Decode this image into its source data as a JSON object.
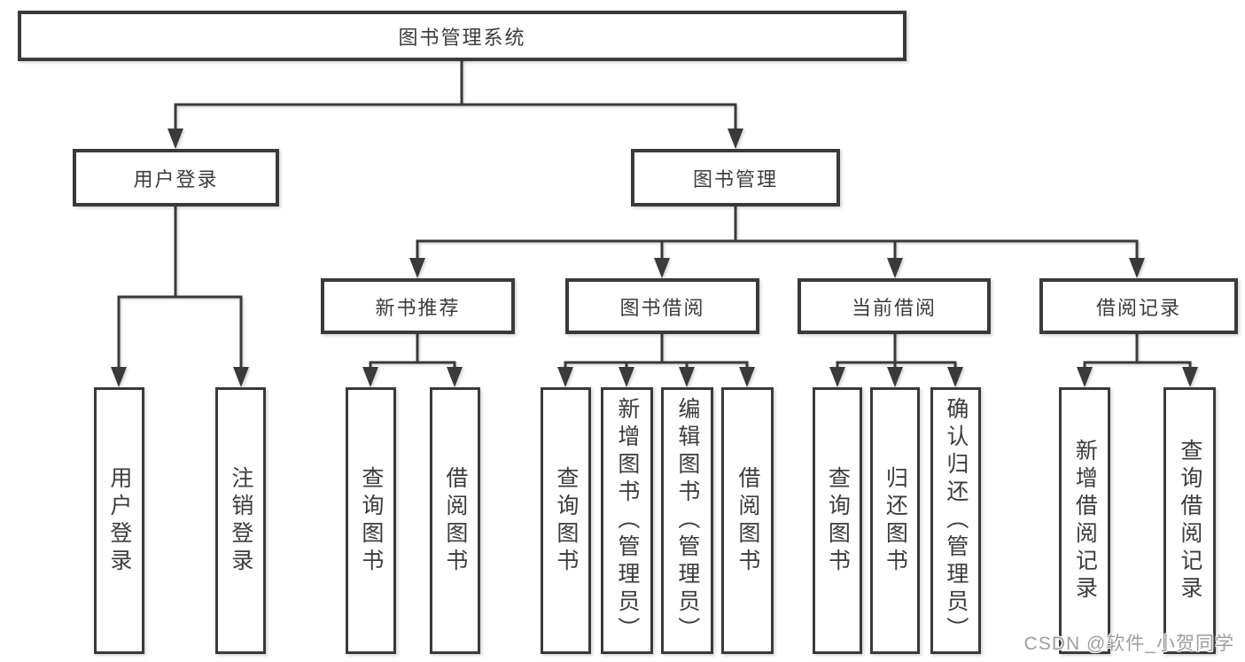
{
  "tree": {
    "root": {
      "label": "图书管理系统",
      "children": [
        {
          "label": "用户登录",
          "children": [
            {
              "label": "用户登录"
            },
            {
              "label": "注销登录"
            }
          ]
        },
        {
          "label": "图书管理",
          "children": [
            {
              "label": "新书推荐",
              "children": [
                {
                  "label": "查询图书"
                },
                {
                  "label": "借阅图书"
                }
              ]
            },
            {
              "label": "图书借阅",
              "children": [
                {
                  "label": "查询图书"
                },
                {
                  "label": "新增图书（管理员）"
                },
                {
                  "label": "编辑图书（管理员）"
                },
                {
                  "label": "借阅图书"
                }
              ]
            },
            {
              "label": "当前借阅",
              "children": [
                {
                  "label": "查询图书"
                },
                {
                  "label": "归还图书"
                },
                {
                  "label": "确认归还（管理员）"
                }
              ]
            },
            {
              "label": "借阅记录",
              "children": [
                {
                  "label": "新增借阅记录"
                },
                {
                  "label": "查询借阅记录"
                }
              ]
            }
          ]
        }
      ]
    }
  },
  "watermark": {
    "text": "CSDN @软件_小贺同学"
  },
  "colors": {
    "line": "#3a3a3a",
    "text": "#3c3c3e",
    "box_background": "#ffffff",
    "page_background": "#ffffff",
    "watermark_text": "#9e9e9e"
  }
}
